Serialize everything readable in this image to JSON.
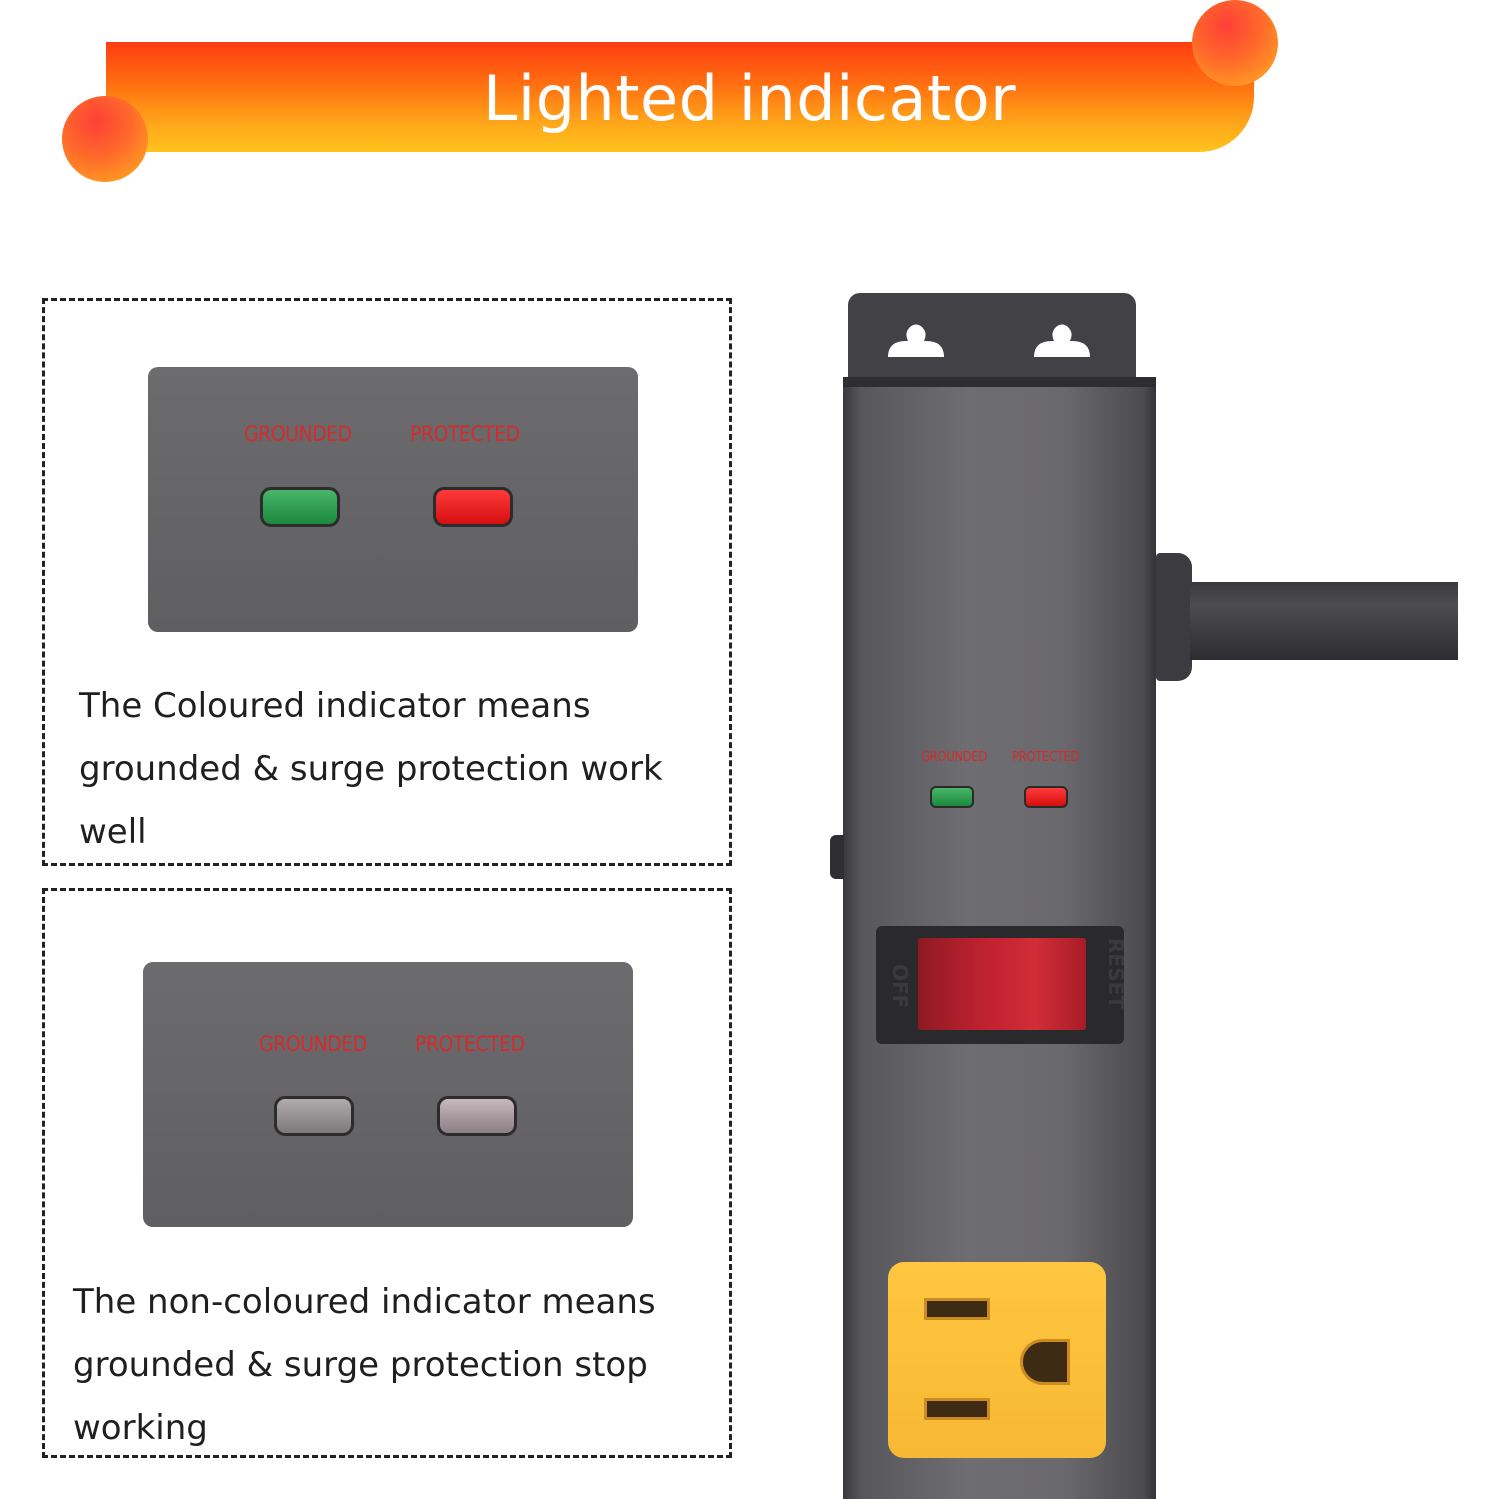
{
  "banner": {
    "title": "Lighted indicator"
  },
  "colors": {
    "banner_top": "#ff3d12",
    "banner_bottom": "#ffc21c",
    "label_red": "#d52b2b",
    "lamp_green": "#1c8a3c",
    "lamp_red": "#d50f0f",
    "outlet_yellow": "#ffc640",
    "strip_body": "#6e6d71"
  },
  "panel_on": {
    "grounded_label": "GROUNDED",
    "protected_label": "PROTECTED",
    "grounded_state": "green",
    "protected_state": "red",
    "caption_line1": "The Coloured indicator means",
    "caption_line2": "grounded & surge protection work well"
  },
  "panel_off": {
    "grounded_label": "GROUNDED",
    "protected_label": "PROTECTED",
    "grounded_state": "off",
    "protected_state": "off",
    "caption_line1": "The non-coloured indicator means",
    "caption_line2": "grounded & surge protection stop",
    "caption_line3": "working"
  },
  "power_strip": {
    "grounded_label": "GROUNDED",
    "protected_label": "PROTECTED",
    "switch_off_label": "OFF",
    "switch_reset_label": "RESET",
    "icons": [
      "keyhole-icon",
      "power-cord",
      "rocker-switch",
      "nema-outlet"
    ]
  }
}
